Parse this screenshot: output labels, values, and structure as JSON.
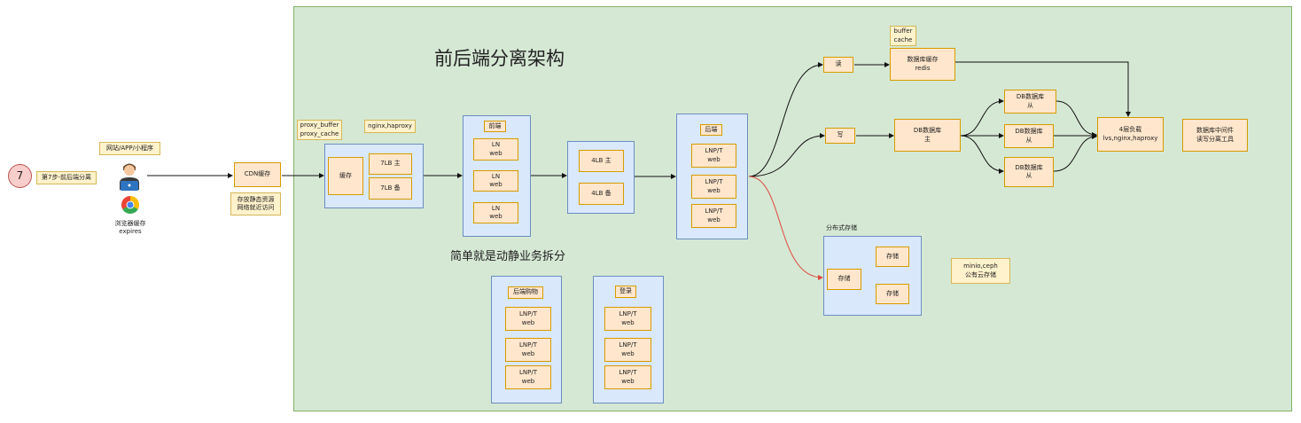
{
  "title": "前后端分离架构",
  "subtitle": "简单就是动静业务拆分",
  "step": {
    "number": "7",
    "label": "第7步-前后端分离"
  },
  "client": {
    "note": "网站/APP/小程序",
    "browser_cache": "浏览器缓存\nexpires",
    "icons": [
      "user-icon",
      "chrome-icon"
    ]
  },
  "cdn": {
    "label": "CDN缓存",
    "note": "存放静态资源\n网络就近访问"
  },
  "proxy_layer": {
    "note_proxy": "proxy_buffer\nproxy_cache",
    "note_software": "nginx,haproxy",
    "cache": "缓存",
    "lb_master": "7LB 主",
    "lb_backup": "7LB 备"
  },
  "frontend": {
    "title": "前端",
    "nodes": [
      "LN\nweb",
      "LN\nweb",
      "LN\nweb"
    ]
  },
  "lb4": {
    "master": "4LB 主",
    "backup": "4LB 备"
  },
  "backend": {
    "title": "后端",
    "nodes": [
      "LNP/T\nweb",
      "LNP/T\nweb",
      "LNP/T\nweb"
    ]
  },
  "backend_shop": {
    "title": "后端购物",
    "nodes": [
      "LNP/T\nweb",
      "LNP/T\nweb",
      "LNP/T\nweb"
    ]
  },
  "login": {
    "title": "登录",
    "nodes": [
      "LNP/T\nweb",
      "LNP/T\nweb",
      "LNP/T\nweb"
    ]
  },
  "read": {
    "label": "读",
    "cache_note": "buffer\ncache",
    "redis": "数据库缓存\nredis"
  },
  "write": {
    "label": "写",
    "db_master": "DB数据库\n主",
    "db_slaves": [
      "DB数据库\n从",
      "DB数据库\n从",
      "DB数据库\n从"
    ]
  },
  "lb_db": "4层负载\nlvs,nginx,haproxy",
  "db_middleware": "数据库中间件\n读写分离工具",
  "storage": {
    "title": "分布式存储",
    "main": "存储",
    "nodes": [
      "存储",
      "存储"
    ],
    "note": "minio,ceph\n公有云存储"
  },
  "colors": {
    "area_fill": "#d5e8d4",
    "container_fill": "#dae8fc",
    "node_fill": "#ffe6cc",
    "note_fill": "#fff2cc",
    "step_fill": "#f8cecc",
    "highlight_edge": "#e0473e"
  }
}
